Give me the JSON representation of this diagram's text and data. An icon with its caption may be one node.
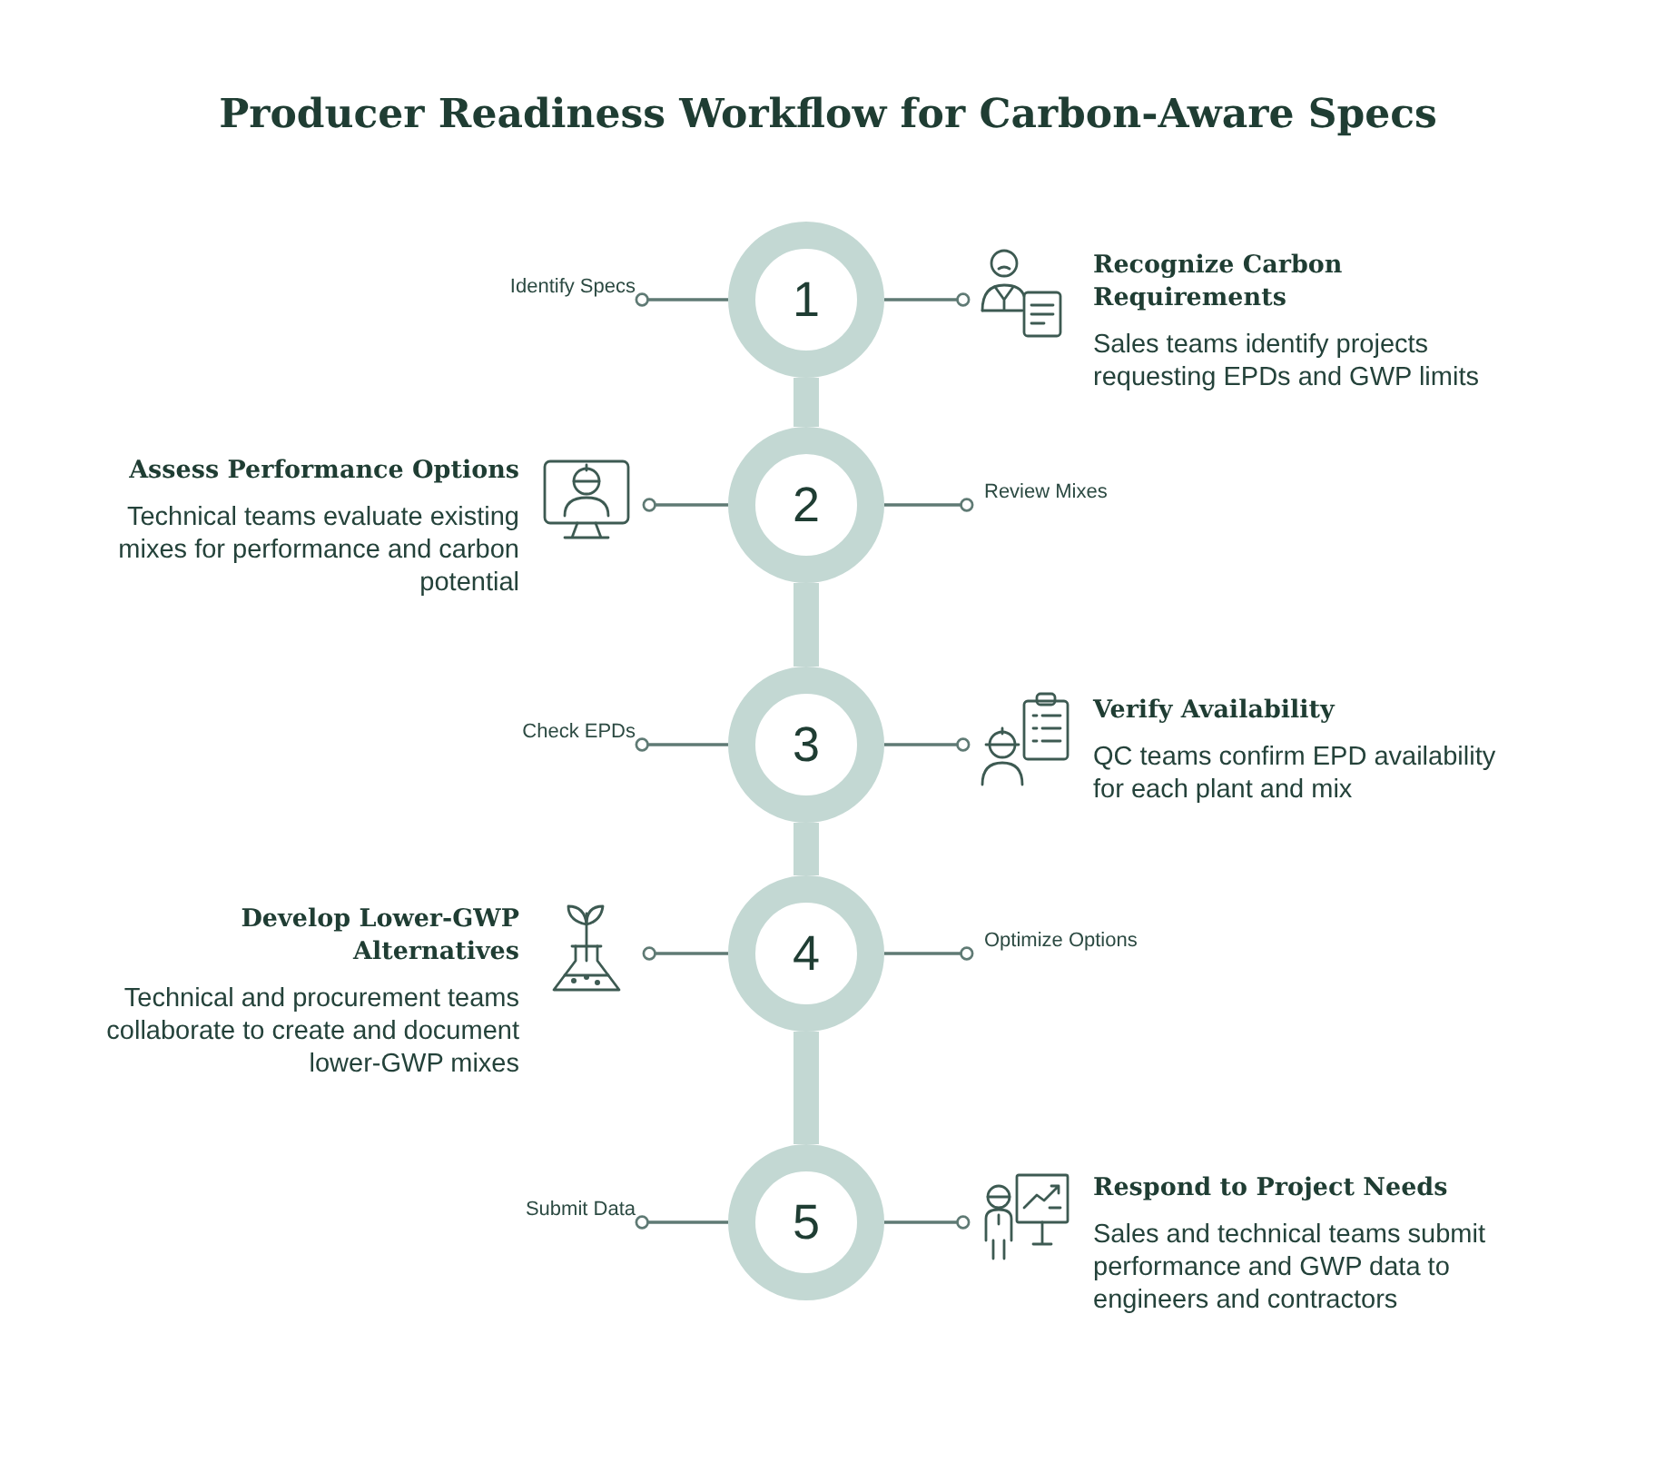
{
  "diagram": {
    "title": "Producer Readiness Workflow for Carbon-Aware Specs",
    "nodes": [
      {
        "text": [
          "1"
        ]
      },
      {
        "text": [
          "Identify Specs"
        ]
      },
      {
        "text": [
          "Recognize Carbon Requirements",
          "Sales teams identify projects requesting EPDs and GWP limits"
        ]
      },
      {
        "text": [
          "2"
        ]
      },
      {
        "text": [
          "Assess Performance Options",
          "Technical teams evaluate existing mixes for performance and carbon potential"
        ]
      },
      {
        "text": [
          "Review Mixes"
        ]
      },
      {
        "text": [
          "3"
        ]
      },
      {
        "text": [
          "Check EPDs"
        ]
      },
      {
        "text": [
          "Verify Availability",
          "QC teams confirm EPD availability for each plant and mix"
        ]
      },
      {
        "text": [
          "4"
        ]
      },
      {
        "text": [
          "Develop Lower-GWP Alternatives",
          "Technical and procurement teams collaborate to create and document lower-GWP mixes"
        ]
      },
      {
        "text": [
          "Optimize Options"
        ]
      },
      {
        "text": [
          "5"
        ]
      },
      {
        "text": [
          "Submit Data"
        ]
      },
      {
        "text": [
          "Respond to Project Needs",
          "Sales and technical teams submit performance and GWP data to engineers and contractors"
        ]
      }
    ],
    "edges": [
      {
        "from": 0,
        "to": 1,
        "arrow": "other"
      },
      {
        "from": 0,
        "to": 2,
        "arrow": "other"
      },
      {
        "from": 0,
        "to": 3,
        "arrow": "none",
        "style": "thick",
        "color": "#c3d8d3"
      },
      {
        "from": 3,
        "to": 4,
        "arrow": "other"
      },
      {
        "from": 3,
        "to": 5,
        "arrow": "other"
      },
      {
        "from": 3,
        "to": 6,
        "arrow": "none",
        "style": "thick",
        "color": "#c3d8d3"
      },
      {
        "from": 6,
        "to": 7,
        "arrow": "other"
      },
      {
        "from": 6,
        "to": 8,
        "arrow": "other"
      },
      {
        "from": 6,
        "to": 9,
        "arrow": "none",
        "style": "thick",
        "color": "#c3d8d3"
      },
      {
        "from": 9,
        "to": 10,
        "arrow": "other"
      },
      {
        "from": 9,
        "to": 11,
        "arrow": "other"
      },
      {
        "from": 9,
        "to": 12,
        "arrow": "none",
        "style": "thick",
        "color": "#c3d8d3"
      },
      {
        "from": 12,
        "to": 13,
        "arrow": "other"
      },
      {
        "from": 12,
        "to": 14,
        "arrow": "other"
      }
    ]
  }
}
